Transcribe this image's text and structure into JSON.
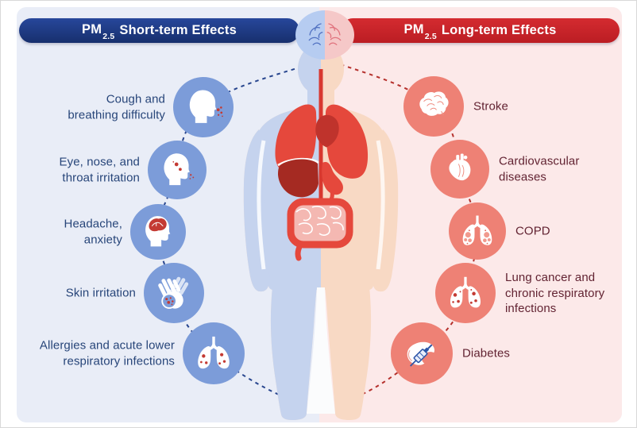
{
  "banners": {
    "left": {
      "compound": "PM",
      "subscript": "2.5",
      "title": "Short-term Effects",
      "bg": "#1e3c86"
    },
    "right": {
      "compound": "PM",
      "subscript": "2.5",
      "title": "Long-term Effects",
      "bg": "#cc2127"
    }
  },
  "center_icon": "brain-hemispheres-icon",
  "short_term": {
    "accent": "#7c9cd9",
    "text_color": "#274579",
    "items": [
      {
        "label": "Cough and\nbreathing difficulty",
        "icon": "coughing-head-icon"
      },
      {
        "label": "Eye, nose, and\nthroat irritation",
        "icon": "face-irritation-icon"
      },
      {
        "label": "Headache,\nanxiety",
        "icon": "headache-brain-icon"
      },
      {
        "label": "Skin irritation",
        "icon": "hands-skin-icon"
      },
      {
        "label": "Allergies and acute lower\nrespiratory infections",
        "icon": "infected-lungs-icon"
      }
    ]
  },
  "long_term": {
    "accent": "#ee8175",
    "text_color": "#622332",
    "items": [
      {
        "label": "Stroke",
        "icon": "brain-icon"
      },
      {
        "label": "Cardiovascular\ndiseases",
        "icon": "heart-icon"
      },
      {
        "label": "COPD",
        "icon": "copd-lungs-icon"
      },
      {
        "label": "Lung cancer and\nchronic respiratory\ninfections",
        "icon": "lung-cancer-icon"
      },
      {
        "label": "Diabetes",
        "icon": "pancreas-syringe-icon"
      }
    ]
  },
  "colors": {
    "panel_left_bg": "#e9edf7",
    "panel_right_bg": "#fce9e9",
    "body_left": "#c5d3ee",
    "body_right": "#f8d9c4",
    "organ_red": "#e5483c",
    "organ_dark_red": "#a52a22",
    "dash_left": "#27458e",
    "dash_right": "#b5312d"
  }
}
